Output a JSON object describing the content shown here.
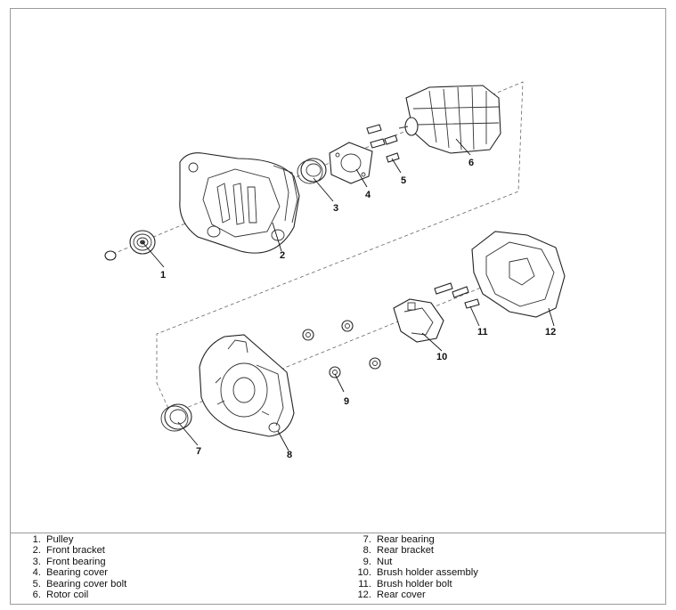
{
  "legend": {
    "left": [
      {
        "num": "1.",
        "label": "Pulley"
      },
      {
        "num": "2.",
        "label": "Front bracket"
      },
      {
        "num": "3.",
        "label": "Front bearing"
      },
      {
        "num": "4.",
        "label": "Bearing cover"
      },
      {
        "num": "5.",
        "label": "Bearing cover bolt"
      },
      {
        "num": "6.",
        "label": "Rotor coil"
      }
    ],
    "right": [
      {
        "num": "7.",
        "label": "Rear bearing"
      },
      {
        "num": "8.",
        "label": "Rear bracket"
      },
      {
        "num": "9.",
        "label": "Nut"
      },
      {
        "num": "10.",
        "label": "Brush holder assembly"
      },
      {
        "num": "11.",
        "label": "Brush holder bolt"
      },
      {
        "num": "12.",
        "label": "Rear cover"
      }
    ]
  },
  "callouts": {
    "c1": "1",
    "c2": "2",
    "c3": "3",
    "c4": "4",
    "c5": "5",
    "c6": "6",
    "c7": "7",
    "c8": "8",
    "c9": "9",
    "c10": "10",
    "c11": "11",
    "c12": "12"
  }
}
